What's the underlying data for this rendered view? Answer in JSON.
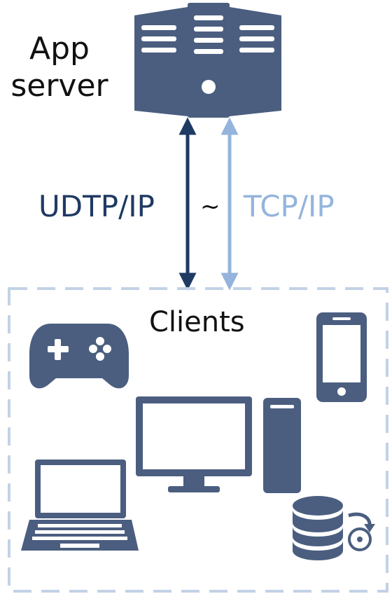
{
  "server": {
    "label_line1": "App",
    "label_line2": "server",
    "icon": "server-rack-icon"
  },
  "connections": {
    "udtp_label": "UDTP/IP",
    "tilde": "~",
    "tcp_label": "TCP/IP"
  },
  "clients": {
    "label": "Clients",
    "devices": [
      "gamepad-icon",
      "smartphone-icon",
      "desktop-monitor-icon",
      "pc-tower-icon",
      "laptop-icon",
      "database-backup-icon"
    ]
  },
  "colors": {
    "icon": "#4b5e80",
    "udtp": "#1f3a63",
    "tcp": "#94b4dc",
    "dashed_border": "#c2d2e6"
  }
}
